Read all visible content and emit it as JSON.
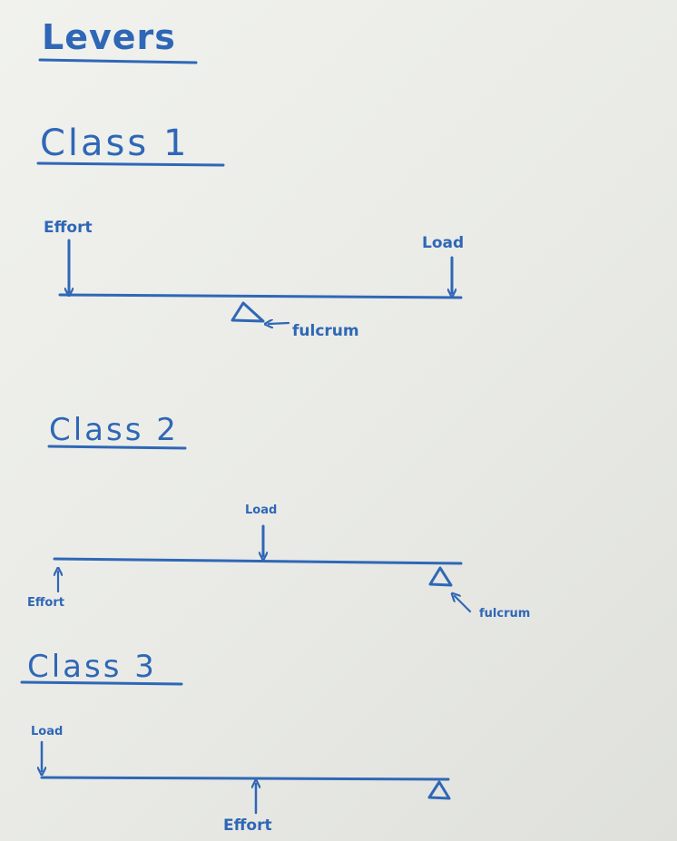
{
  "title": "Levers",
  "ink_color": "#2f67b6",
  "board_color": "#ecedea",
  "classes": [
    {
      "heading": "Class 1",
      "labels": {
        "effort": "Effort",
        "load": "Load",
        "fulcrum": "fulcrum"
      }
    },
    {
      "heading": "Class 2",
      "labels": {
        "effort": "Effort",
        "load": "Load",
        "fulcrum": "fulcrum"
      }
    },
    {
      "heading": "Class 3",
      "labels": {
        "effort": "Effort",
        "load": "Load"
      }
    }
  ]
}
